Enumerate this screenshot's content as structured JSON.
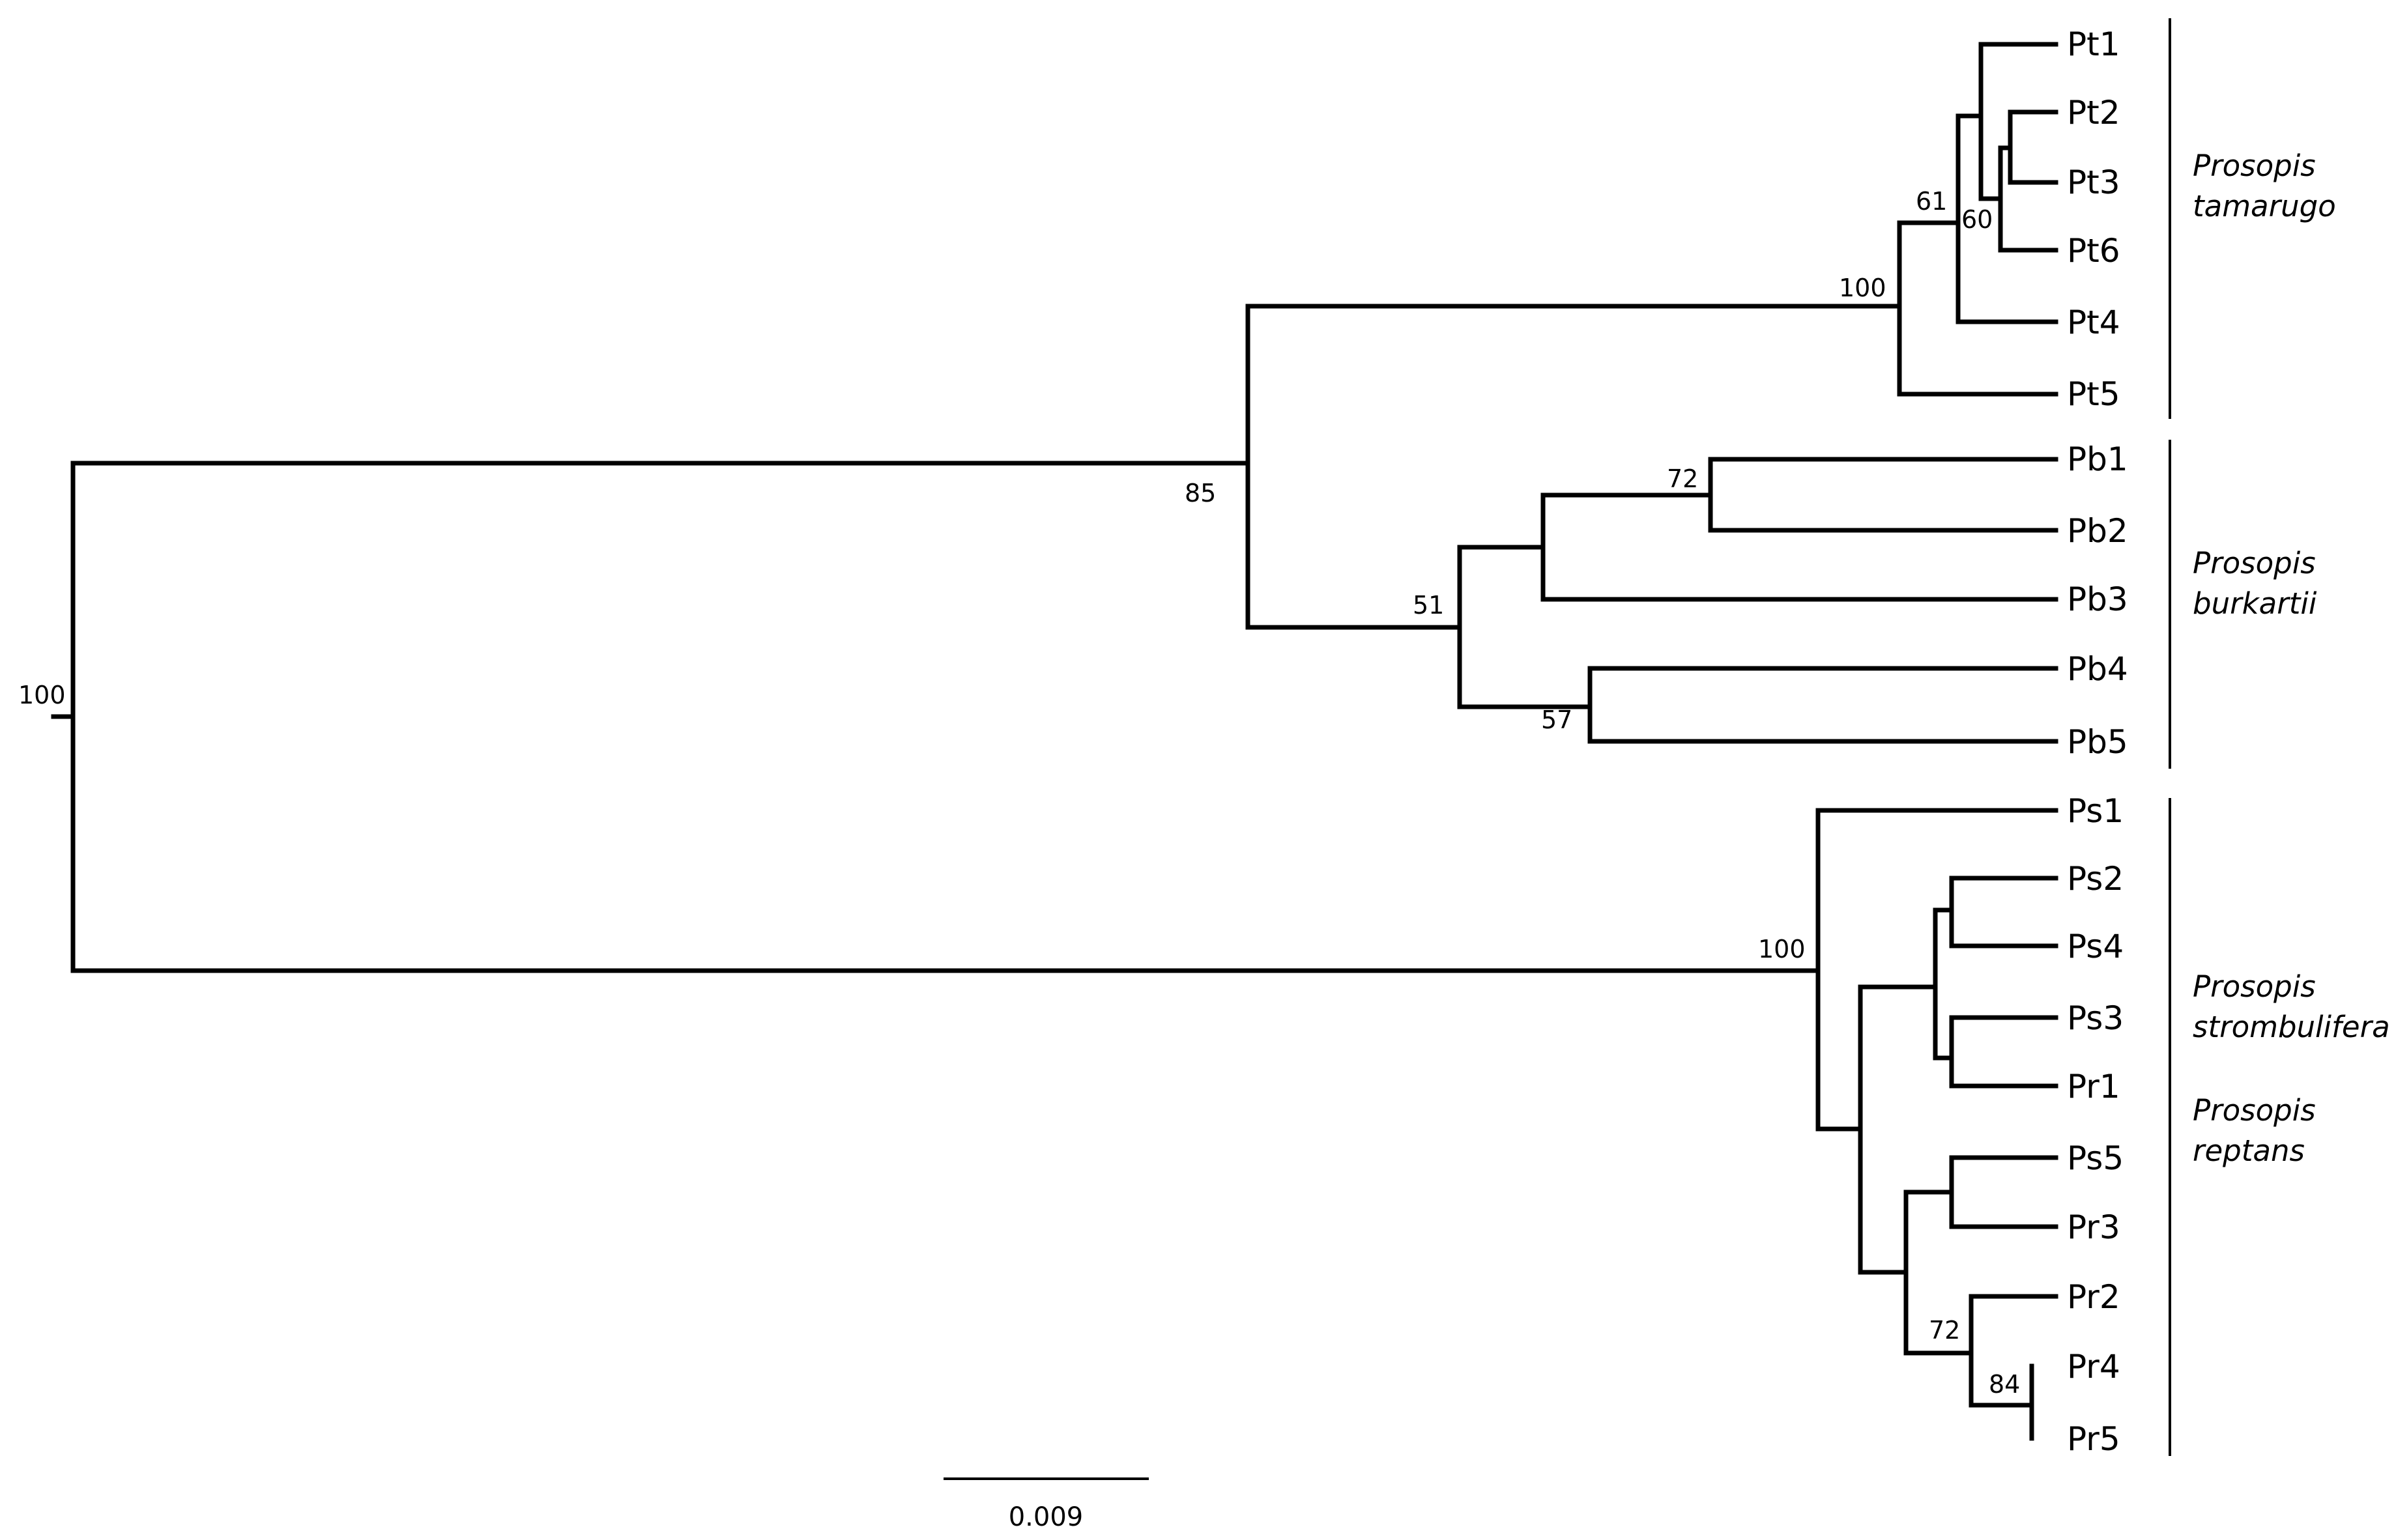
{
  "tree": {
    "tips": [
      "Pt1",
      "Pt2",
      "Pt3",
      "Pt6",
      "Pt4",
      "Pt5",
      "Pb1",
      "Pb2",
      "Pb3",
      "Pb4",
      "Pb5",
      "Ps1",
      "Ps2",
      "Ps4",
      "Ps3",
      "Pr1",
      "Ps5",
      "Pr3",
      "Pr2",
      "Pr4",
      "Pr5"
    ],
    "bootstrap": {
      "root": "100",
      "prosopis_tb": "85",
      "tamarugo": "100",
      "tam_61": "61",
      "tam_60": "60",
      "burkartii": "51",
      "burk_72": "72",
      "burk_57": "57",
      "strombulifera_reptans": "100",
      "rep_72": "72",
      "rep_84": "84"
    },
    "clades": [
      {
        "line1": "Prosopis",
        "line2": "tamarugo"
      },
      {
        "line1": "Prosopis",
        "line2": "burkartii"
      },
      {
        "line1": "Prosopis",
        "line2": "strombulifera"
      },
      {
        "line1": "Prosopis",
        "line2": "reptans"
      }
    ],
    "scale_bar": {
      "label": "0.009"
    }
  }
}
